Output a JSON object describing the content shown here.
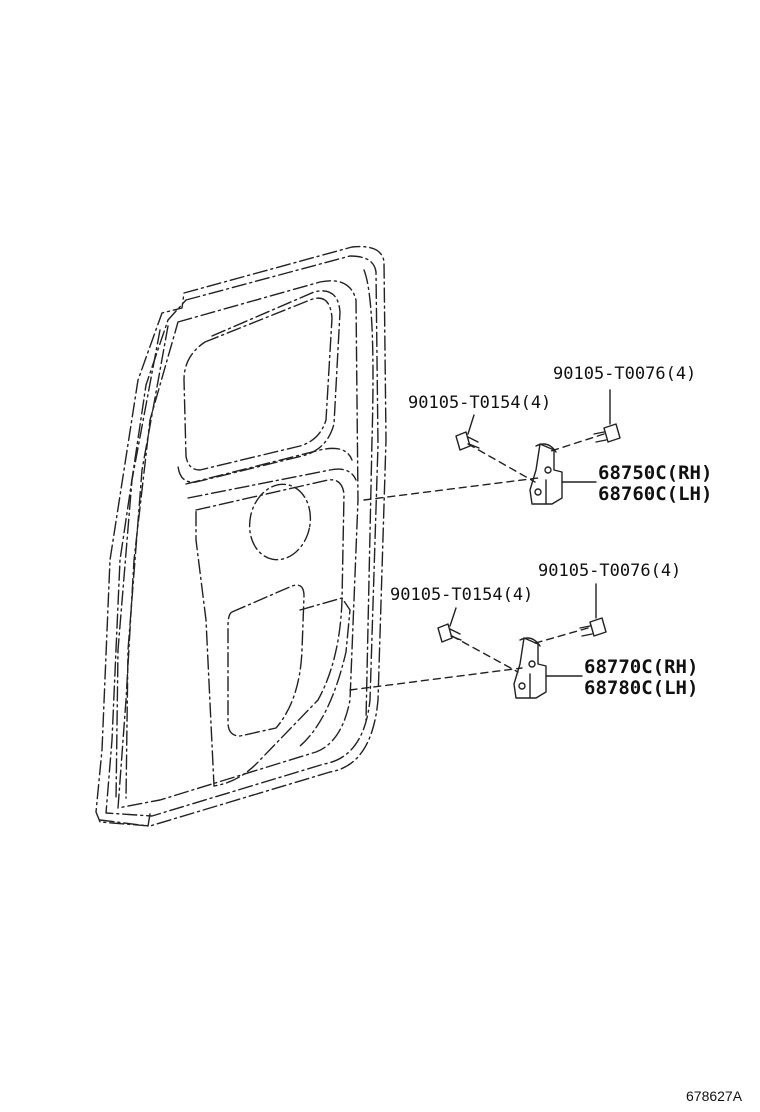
{
  "labels": {
    "bolt_upper_right": "90105-T0076(4)",
    "bolt_upper_left": "90105-T0154(4)",
    "hinge_upper_rh": "68750C(RH)",
    "hinge_upper_lh": "68760C(LH)",
    "bolt_lower_right": "90105-T0076(4)",
    "bolt_lower_left": "90105-T0154(4)",
    "hinge_lower_rh": "68770C(RH)",
    "hinge_lower_lh": "68780C(LH)"
  },
  "illustration_code": "678627A"
}
